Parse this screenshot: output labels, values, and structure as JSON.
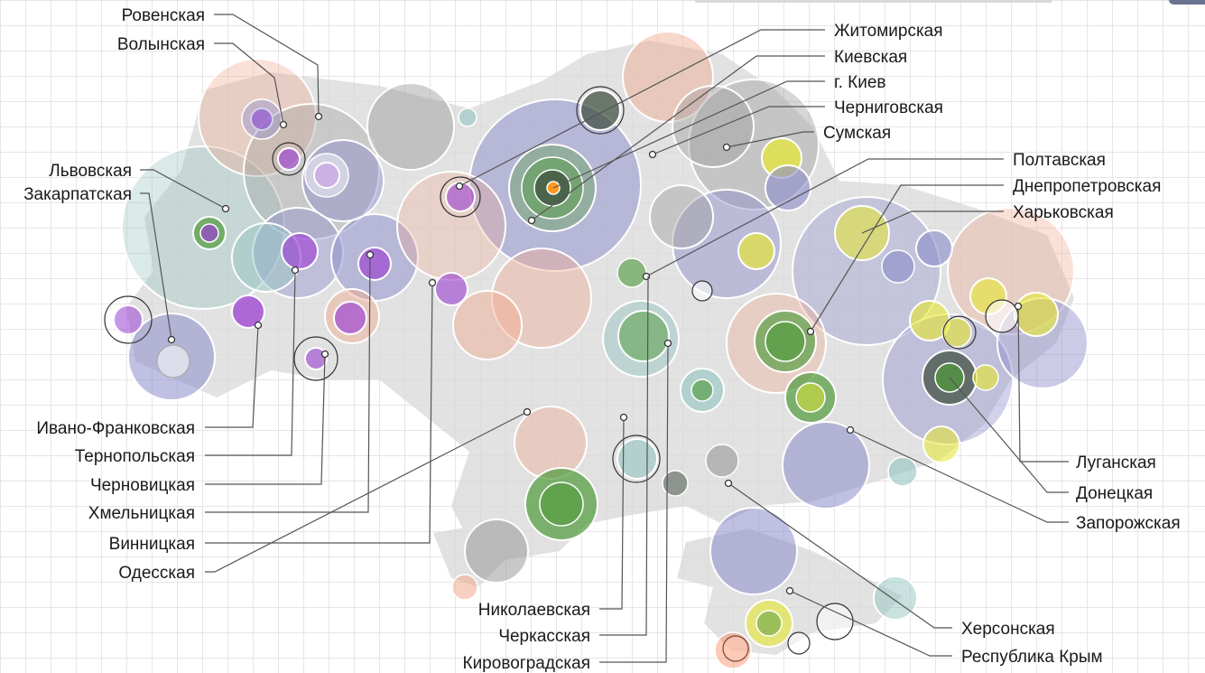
{
  "regions": [
    {
      "id": "rovenskaya",
      "label": "Ровенская"
    },
    {
      "id": "volynskaya",
      "label": "Волынская"
    },
    {
      "id": "lvovskaya",
      "label": "Львовская"
    },
    {
      "id": "zakarpatskaya",
      "label": "Закарпатская"
    },
    {
      "id": "ivano-frankovskaya",
      "label": "Ивано-Франковская"
    },
    {
      "id": "ternopolskaya",
      "label": "Тернопольская"
    },
    {
      "id": "chernovitskaya",
      "label": "Черновицкая"
    },
    {
      "id": "khmelnitskaya",
      "label": "Хмельницкая"
    },
    {
      "id": "vinnitskaya",
      "label": "Винницкая"
    },
    {
      "id": "odesskaya",
      "label": "Одесская"
    },
    {
      "id": "zhitomirskaya",
      "label": "Житомирская"
    },
    {
      "id": "kievskaya",
      "label": "Киевская"
    },
    {
      "id": "g-kiev",
      "label": "г. Киев"
    },
    {
      "id": "chernigovskaya",
      "label": "Черниговская"
    },
    {
      "id": "sumskaya",
      "label": "Сумская"
    },
    {
      "id": "poltavskaya",
      "label": "Полтавская"
    },
    {
      "id": "dnepropetrovskaya",
      "label": "Днепропетровская"
    },
    {
      "id": "kharkovskaya",
      "label": "Харьковская"
    },
    {
      "id": "luganskaya",
      "label": "Луганская"
    },
    {
      "id": "donetskaya",
      "label": "Донецкая"
    },
    {
      "id": "zaporozhskaya",
      "label": "Запорожская"
    },
    {
      "id": "nikolaevskaya",
      "label": "Николаевская"
    },
    {
      "id": "cherkasskaya",
      "label": "Черкасская"
    },
    {
      "id": "kirovogradskaya",
      "label": "Кировоградская"
    },
    {
      "id": "khersonskaya",
      "label": "Херсонская"
    },
    {
      "id": "krym",
      "label": "Республика Крым"
    }
  ],
  "palette": {
    "grey": "#9a9a9a",
    "violet": "#8c8ccc",
    "salmon": "#f2a98e",
    "teal": "#93c4c0",
    "green": "#4f9a3b",
    "yellow": "#e8e830",
    "purple": "#9b3fd1",
    "orange": "#ff9a1f",
    "dark": "#3b4a3b"
  }
}
